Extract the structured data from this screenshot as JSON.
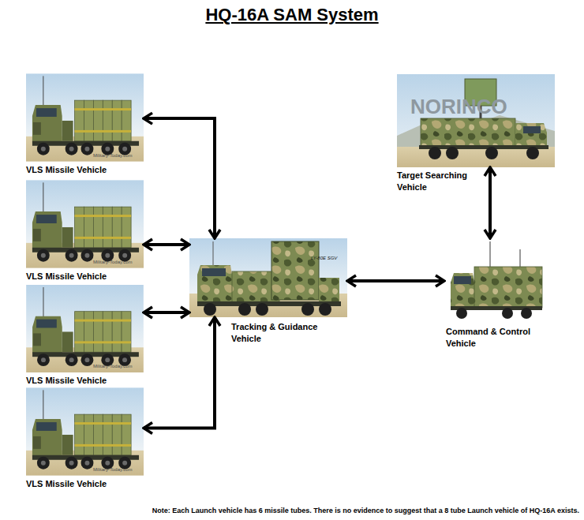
{
  "diagram": {
    "title": "HQ-16A SAM System",
    "nodes": [
      {
        "text": [
          "VLS Missile Vehicle"
        ]
      },
      {
        "text": [
          "VLS Missile Vehicle"
        ]
      },
      {
        "text": [
          "VLS Missile Vehicle"
        ]
      },
      {
        "text": [
          "VLS Missile Vehicle"
        ]
      },
      {
        "text": [
          "Tracking & Guidance Vehicle"
        ]
      },
      {
        "text": [
          "Target Searching Vehicle"
        ]
      },
      {
        "text": [
          "Command & Control Vehicle"
        ]
      }
    ],
    "edges": [
      {
        "from": 0,
        "to": 4,
        "arrow": "both"
      },
      {
        "from": 1,
        "to": 4,
        "arrow": "both"
      },
      {
        "from": 2,
        "to": 4,
        "arrow": "both"
      },
      {
        "from": 3,
        "to": 4,
        "arrow": "both"
      },
      {
        "from": 4,
        "to": 6,
        "arrow": "both"
      },
      {
        "from": 5,
        "to": 6,
        "arrow": "both"
      }
    ],
    "labels": [
      "Military-Today.com",
      "Military-Today.com",
      "Military-Today.com",
      "Military-Today.com",
      "NORINCO",
      "LY-80E SGV",
      "Note:  Each Launch vehicle has 6 missile tubes. There is no evidence to suggest that a 8 tube Launch vehicle of HQ-16A exists."
    ]
  }
}
